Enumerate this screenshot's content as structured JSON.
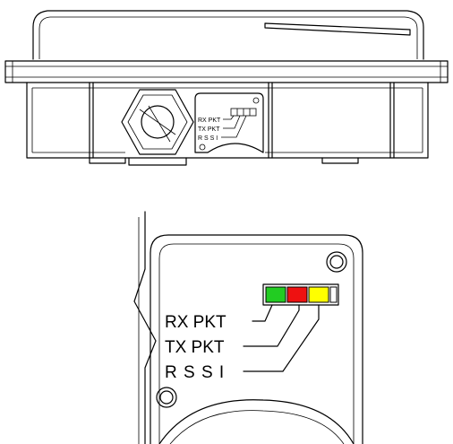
{
  "labels": {
    "rx_pkt": "RX PKT",
    "tx_pkt": "TX PKT",
    "rssi": "R S S I"
  },
  "led_colors": {
    "rx": "#22cc22",
    "tx": "#ee1111",
    "rssi": "#ffff00"
  }
}
